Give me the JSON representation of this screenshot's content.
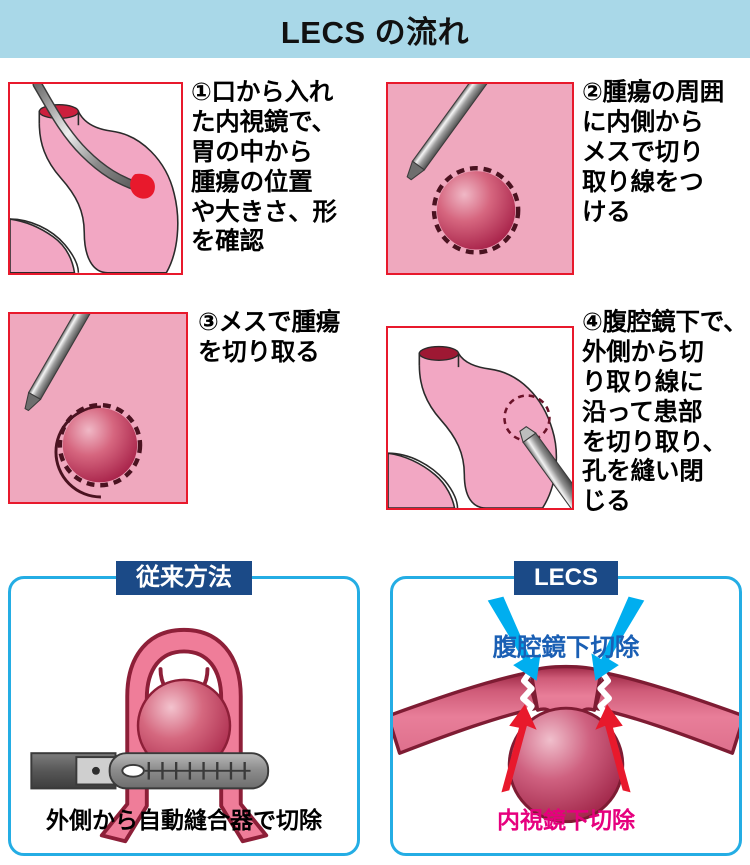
{
  "header": {
    "title": "LECS の流れ"
  },
  "steps": [
    {
      "id": "step1",
      "number": "①",
      "text": "①口から入れ\nた内視鏡で、\n胃の中から\n腫瘍の位置\nや大きさ、形\nを確認",
      "figure": "stomach-endoscope-locating-tumor"
    },
    {
      "id": "step2",
      "number": "②",
      "text": "②腫瘍の周囲\nに内側から\nメスで切り\n取り線をつ\nける",
      "figure": "scalpel-marking-dashed-circle-around-tumor"
    },
    {
      "id": "step3",
      "number": "③",
      "text": "③メスで腫瘍\nを切り取る",
      "figure": "scalpel-cutting-tumor"
    },
    {
      "id": "step4",
      "number": "④",
      "text": "④腹腔鏡下で、\n外側から切\nり取り線に\n沿って患部\nを切り取り、\n孔を縫い閉\nじる",
      "figure": "stomach-outside-laparoscope-dashed-circle"
    }
  ],
  "comparison": {
    "left": {
      "label": "従来方法",
      "caption": "外側から自動縫合器で切除",
      "figure": "stomach-wall-pulled-up-with-stapler"
    },
    "right": {
      "label": "LECS",
      "caption": "内視鏡下切除",
      "top_annotation": "腹腔鏡下切除",
      "figure": "stomach-wall-arc-with-tumor-and-arrows"
    }
  },
  "colors": {
    "header_band": "#a9d8e8",
    "figure_border": "#e8192c",
    "figure_pink_bg": "#efa8be",
    "card_border": "#24ade4",
    "card_label_bg": "#1b4a87",
    "annotation_blue": "#1a5fb4",
    "arrow_cyan": "#00aeef",
    "arrow_red": "#e8192c",
    "caption_magenta": "#e6007e",
    "tissue_pink": "#f2a7c3",
    "tissue_crimson": "#e06080",
    "tissue_outline": "#7a1f35",
    "instrument_gray": "#8f8f8f",
    "tumor_red": "#d8334a"
  }
}
